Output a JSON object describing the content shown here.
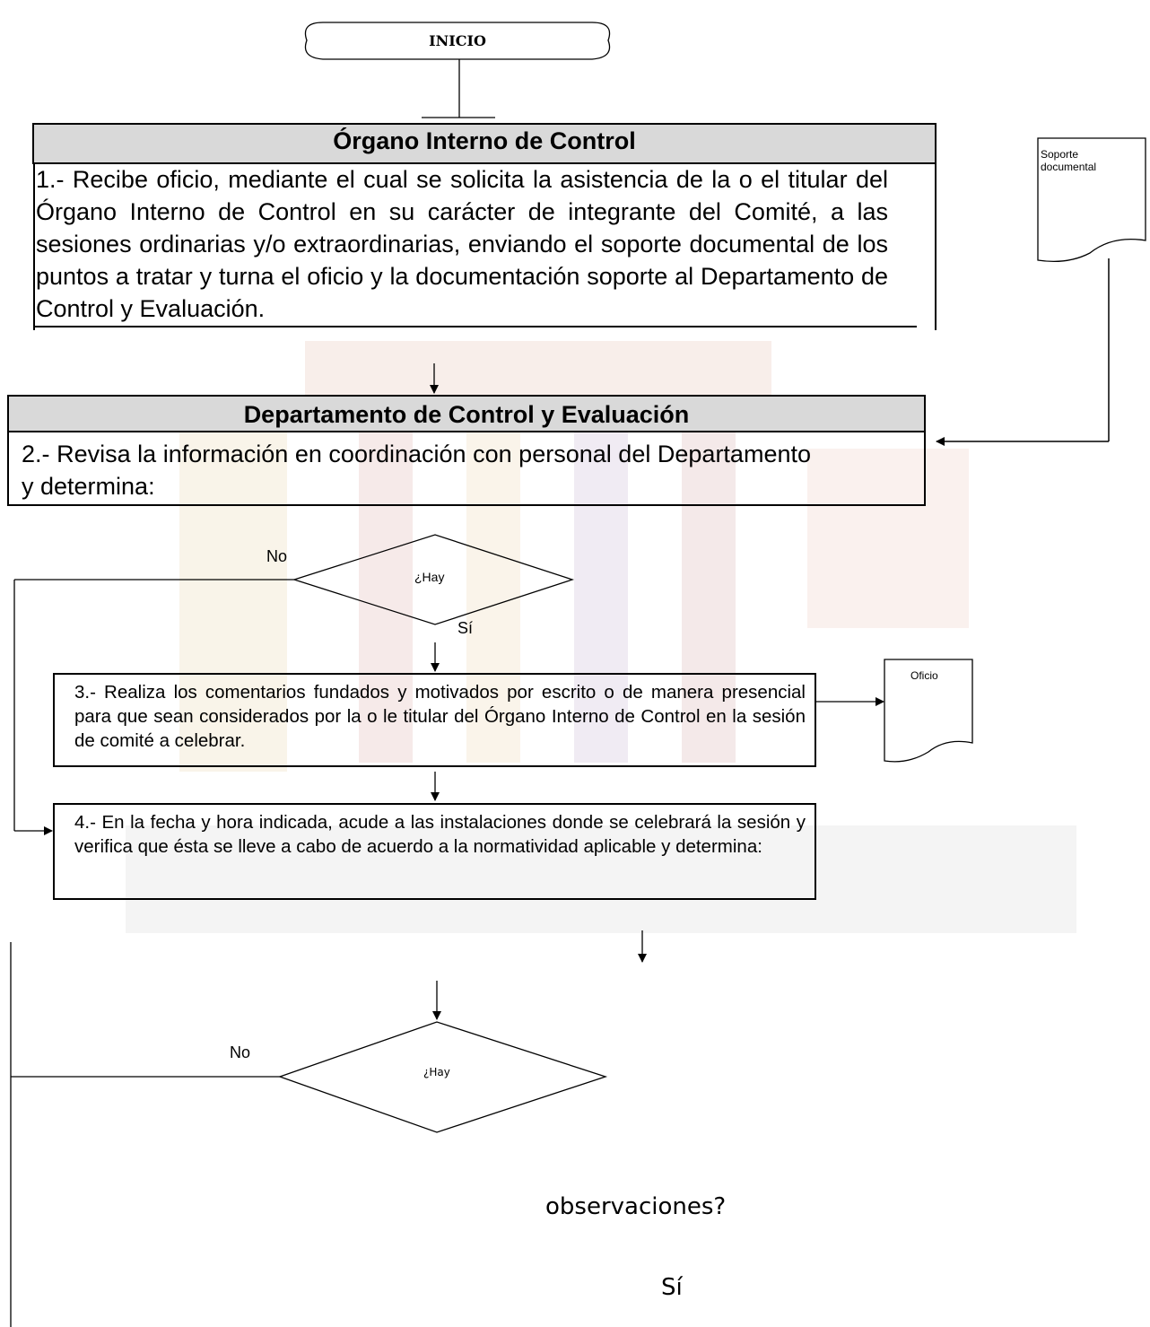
{
  "start": {
    "label": "INICIO"
  },
  "oic": {
    "header": "Órgano Interno de Control",
    "step1": "1.- Recibe oficio, mediante el cual se solicita la asistencia de la o el titular del Órgano Interno de Control en su carácter de integrante del Comité, a las sesiones ordinarias y/o extraordinarias, enviando el soporte documental de los puntos a tratar y turna el oficio y la documentación soporte al Departamento de Control y Evaluación."
  },
  "doc_support": {
    "label": "Soporte documental"
  },
  "dce": {
    "header": "Departamento de Control y Evaluación",
    "step2": "2.- Revisa la información en coordinación con personal del Departamento y determina:"
  },
  "decision1": {
    "label": "¿Hay",
    "no": "No",
    "yes": "Sí"
  },
  "step3": "3.- Realiza los comentarios fundados y motivados por escrito o de manera presencial para que sean considerados por la o le titular del Órgano Interno de Control en la sesión de comité a celebrar.",
  "doc_oficio": {
    "label": "Oficio"
  },
  "step4": "4.- En la fecha y hora indicada, acude a las instalaciones donde se celebrará la sesión y verifica que ésta se lleve a cabo de acuerdo a la normatividad aplicable y determina:",
  "decision2": {
    "label": "¿Hay",
    "no": "No",
    "continuation": "observaciones?",
    "yes": "Sí"
  }
}
